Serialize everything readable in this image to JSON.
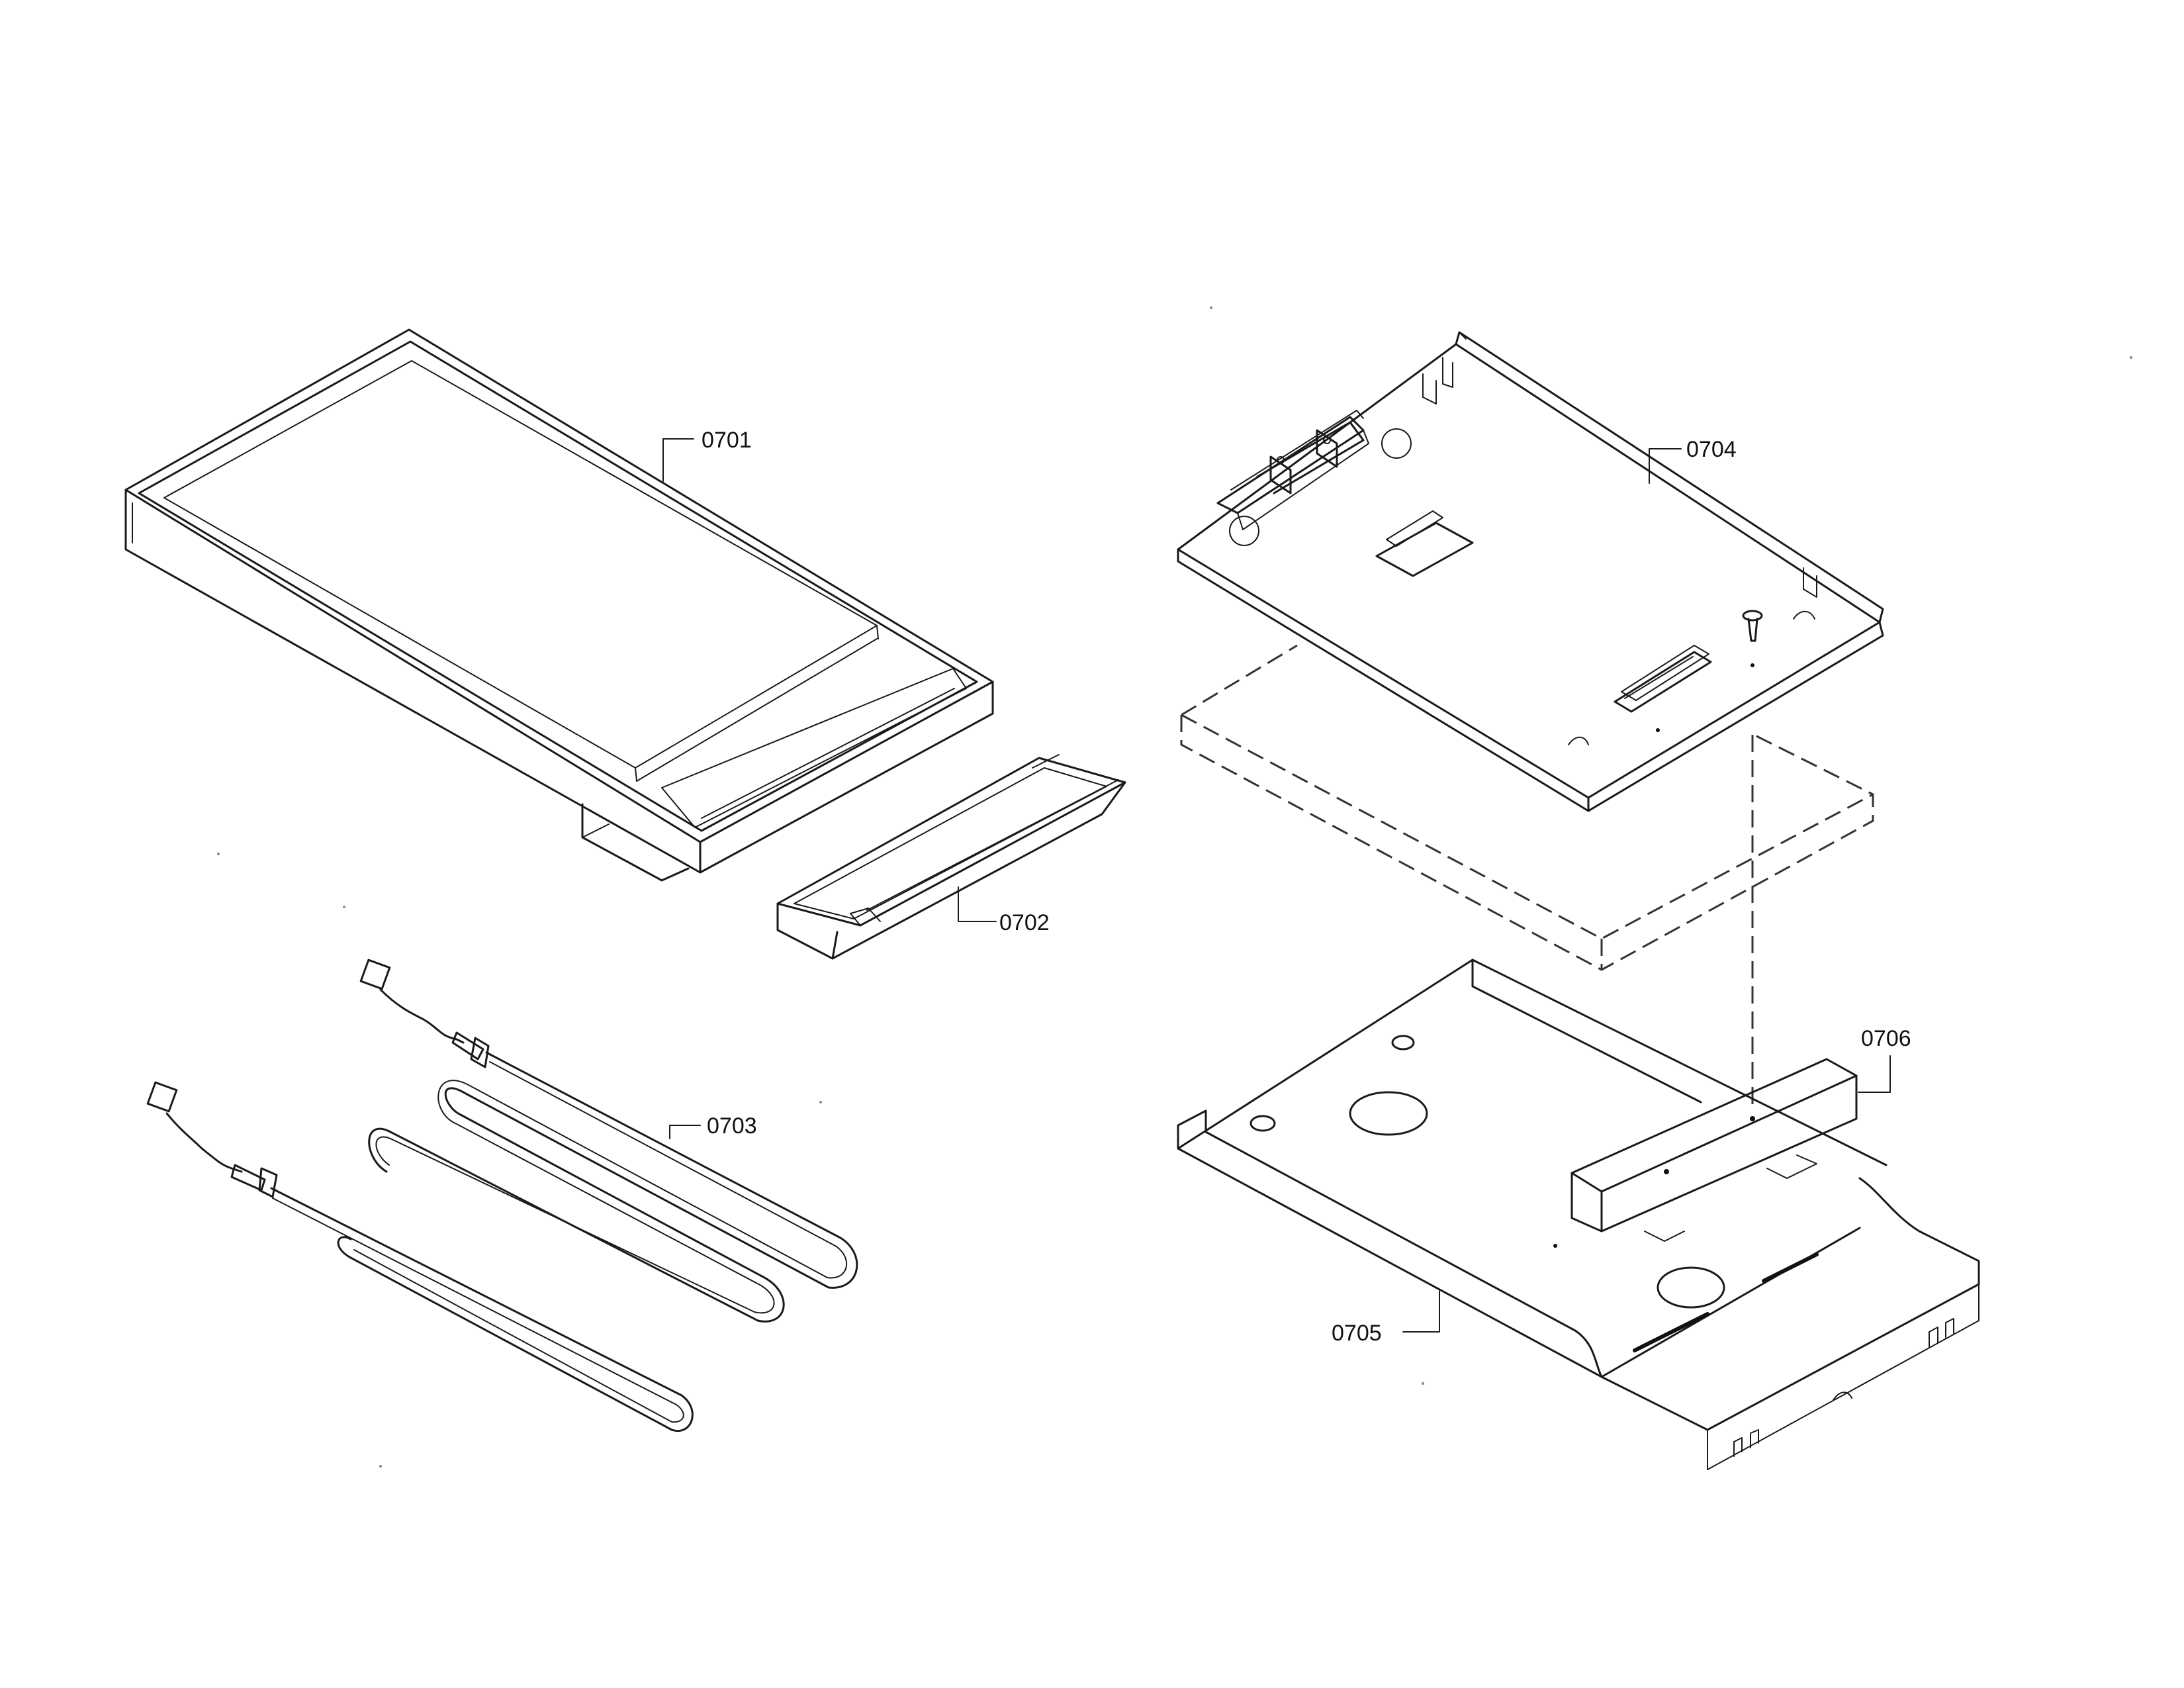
{
  "callouts": {
    "p0701": "0701",
    "p0702": "0702",
    "p0703": "0703",
    "p0704": "0704",
    "p0705": "0705",
    "p0706": "0706"
  }
}
